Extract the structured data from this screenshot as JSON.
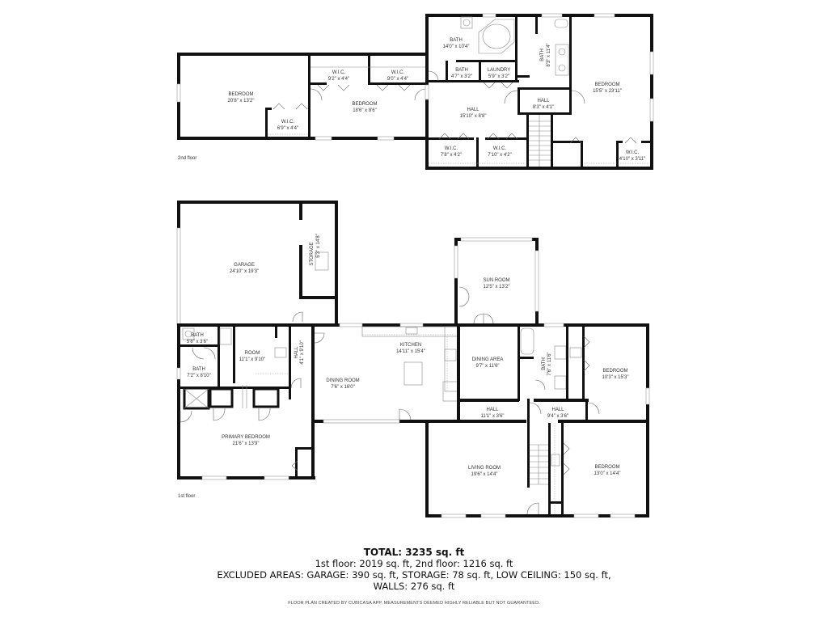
{
  "floors": [
    {
      "label": "2nd floor",
      "rooms": [
        {
          "name": "BEDROOM",
          "dims": "20'8\" x 13'2\""
        },
        {
          "name": "W.I.C.",
          "dims": "6'9\" x 4'4\""
        },
        {
          "name": "W.I.C.",
          "dims": "9'2\" x 4'4\""
        },
        {
          "name": "W.I.C.",
          "dims": "9'0\" x 4'4\""
        },
        {
          "name": "BEDROOM",
          "dims": "18'6\" x 8'6\""
        },
        {
          "name": "BATH",
          "dims": "14'0\" x 10'4\""
        },
        {
          "name": "BATH",
          "dims": "4'7\" x 3'2\""
        },
        {
          "name": "LAUNDRY",
          "dims": "5'9\" x 3'2\""
        },
        {
          "name": "BATH",
          "dims": "8'3\" x 11'4\""
        },
        {
          "name": "HALL",
          "dims": "15'10\" x 8'8\""
        },
        {
          "name": "HALL",
          "dims": "8'3\" x 4'1\""
        },
        {
          "name": "BEDROOM",
          "dims": "15'5\" x 23'11\""
        },
        {
          "name": "W.I.C.",
          "dims": "7'8\" x 4'2\""
        },
        {
          "name": "W.I.C.",
          "dims": "7'10\" x 4'2\""
        },
        {
          "name": "W.I.C.",
          "dims": "4'10\" x 3'11\""
        }
      ]
    },
    {
      "label": "1st floor",
      "rooms": [
        {
          "name": "GARAGE",
          "dims": "24'10\" x 19'3\""
        },
        {
          "name": "STORAGE",
          "dims": "5'3\" x 14'8\""
        },
        {
          "name": "BATH",
          "dims": "5'8\" x 3'6\""
        },
        {
          "name": "BATH",
          "dims": "7'2\" x 8'10\""
        },
        {
          "name": "ROOM",
          "dims": "11'1\" x 9'10\""
        },
        {
          "name": "HALL",
          "dims": "4'1\" x 9'10\""
        },
        {
          "name": "PRIMARY BEDROOM",
          "dims": "21'6\" x 13'9\""
        },
        {
          "name": "DINING ROOM",
          "dims": "7'6\" x 16'0\""
        },
        {
          "name": "KITCHEN",
          "dims": "14'11\" x 15'4\""
        },
        {
          "name": "SUN ROOM",
          "dims": "12'5\" x 13'2\""
        },
        {
          "name": "DINING AREA",
          "dims": "9'7\" x 11'6\""
        },
        {
          "name": "BATH",
          "dims": "7'6\" x 11'6\""
        },
        {
          "name": "BEDROOM",
          "dims": "10'3\" x 15'3\""
        },
        {
          "name": "HALL",
          "dims": "11'1\" x 3'6\""
        },
        {
          "name": "HALL",
          "dims": "9'4\" x 3'6\""
        },
        {
          "name": "LIVING ROOM",
          "dims": "19'6\" x 14'4\""
        },
        {
          "name": "BEDROOM",
          "dims": "13'0\" x 14'4\""
        }
      ]
    }
  ],
  "summary": {
    "total": "TOTAL: 3235 sq. ft",
    "floors_line": "1st floor: 2019 sq. ft, 2nd floor: 1216 sq. ft",
    "excluded_line": "EXCLUDED AREAS: GARAGE: 390 sq. ft, STORAGE: 78 sq. ft, LOW CEILING: 150 sq. ft,",
    "walls_line": "WALLS: 276 sq. ft",
    "disclaimer": "FLOOR PLAN CREATED BY CUBICASA APP. MEASUREMENTS DEEMED HIGHLY RELIABLE BUT NOT GUARANTEED."
  }
}
